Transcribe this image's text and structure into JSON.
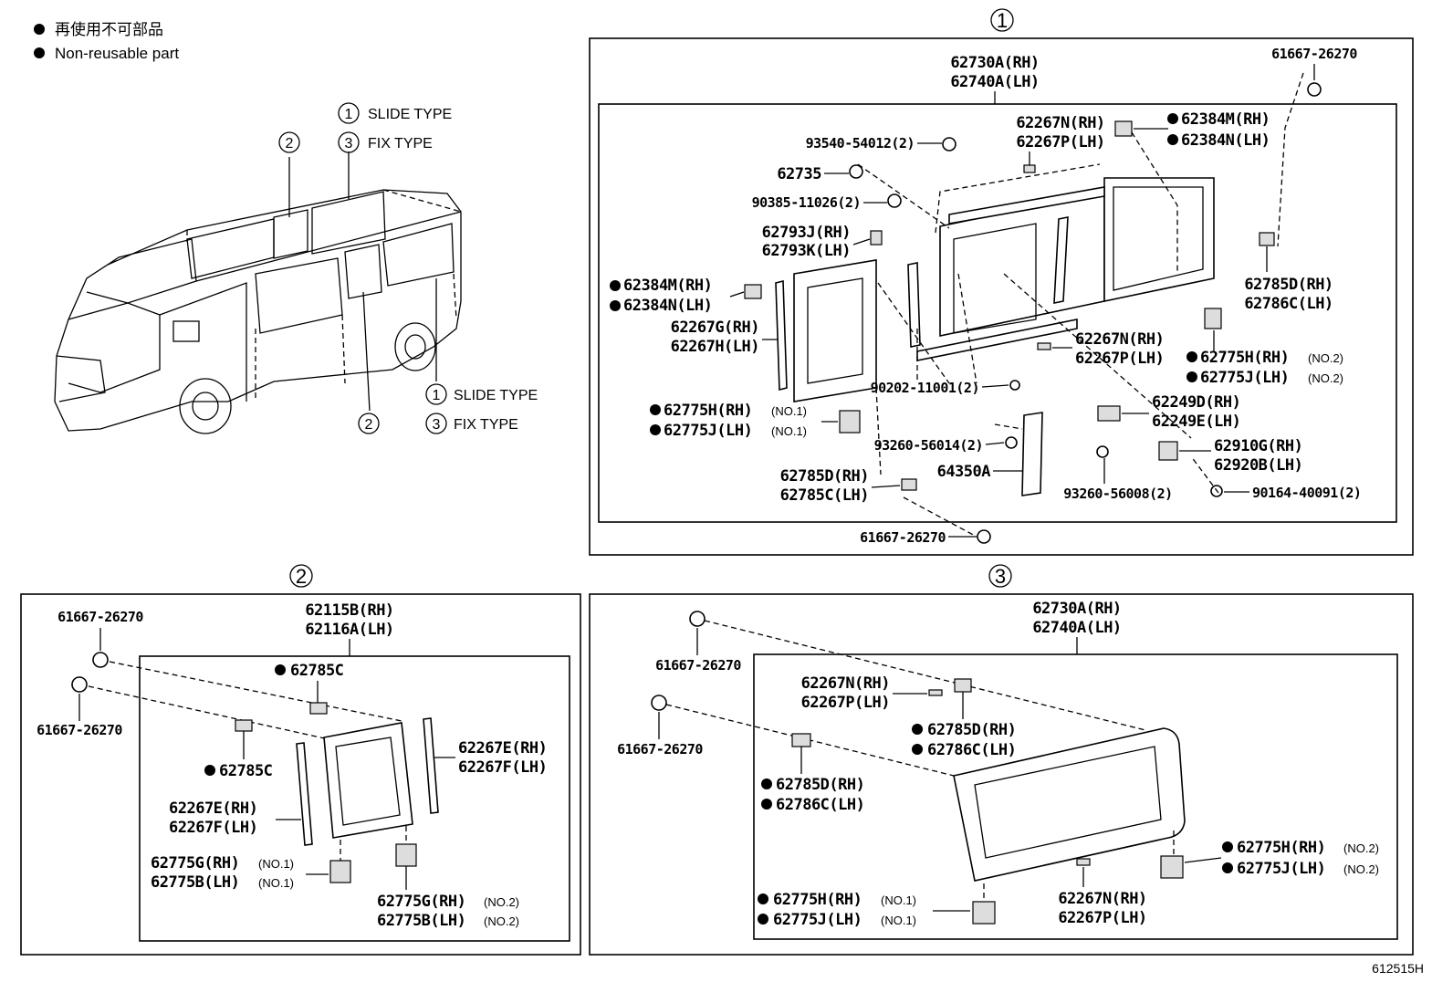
{
  "legend": {
    "jp": "再使用不可部品",
    "en": "Non-reusable part"
  },
  "overview": {
    "slide_type": "SLIDE TYPE",
    "fix_type": "FIX TYPE",
    "n1": "1",
    "n2": "2",
    "n3": "3"
  },
  "section1": {
    "num": "1",
    "frame": [
      "62730A(RH)",
      "62740A(LH)"
    ],
    "clip_top": "61667-26270",
    "clip_bottom": "61667-26270",
    "screw1": "93540-54012(2)",
    "p62735": "62735",
    "screw2": "90385-11026(2)",
    "p62793": [
      "62793J(RH)",
      "62793K(LH)"
    ],
    "p62384_left": [
      "62384M(RH)",
      "62384N(LH)"
    ],
    "p62267gh": [
      "62267G(RH)",
      "62267H(LH)"
    ],
    "p62775_no1": [
      "62775H(RH)",
      "62775J(LH)"
    ],
    "no1": "(NO.1)",
    "p62785_left": [
      "62785D(RH)",
      "62785C(LH)"
    ],
    "p62267np_top": [
      "62267N(RH)",
      "62267P(LH)"
    ],
    "p62384_right": [
      "62384M(RH)",
      "62384N(LH)"
    ],
    "p62785_right": [
      "62785D(RH)",
      "62786C(LH)"
    ],
    "p62267np_mid": [
      "62267N(RH)",
      "62267P(LH)"
    ],
    "p62775_no2": [
      "62775H(RH)",
      "62775J(LH)"
    ],
    "no2": "(NO.2)",
    "bolt": "90202-11001(2)",
    "p62249": [
      "62249D(RH)",
      "62249E(LH)"
    ],
    "screw3": "93260-56014(2)",
    "p62910": [
      "62910G(RH)",
      "62920B(LH)"
    ],
    "p64350": "64350A",
    "screw4": "93260-56008(2)",
    "screw5": "90164-40091(2)"
  },
  "section2": {
    "num": "2",
    "frame": [
      "62115B(RH)",
      "62116A(LH)"
    ],
    "clip_a": "61667-26270",
    "clip_b": "61667-26270",
    "p62785c_top": "62785C",
    "p62785c_left": "62785C",
    "p62267ef_right": [
      "62267E(RH)",
      "62267F(LH)"
    ],
    "p62267ef_left": [
      "62267E(RH)",
      "62267F(LH)"
    ],
    "p62775_no1": [
      "62775G(RH)",
      "62775B(LH)"
    ],
    "p62775_no2": [
      "62775G(RH)",
      "62775B(LH)"
    ],
    "no1": "(NO.1)",
    "no2": "(NO.2)"
  },
  "section3": {
    "num": "3",
    "frame": [
      "62730A(RH)",
      "62740A(LH)"
    ],
    "clip_a": "61667-26270",
    "clip_b": "61667-26270",
    "p62267np_top": [
      "62267N(RH)",
      "62267P(LH)"
    ],
    "p62785_a": [
      "62785D(RH)",
      "62786C(LH)"
    ],
    "p62785_b": [
      "62785D(RH)",
      "62786C(LH)"
    ],
    "p62775_no2": [
      "62775H(RH)",
      "62775J(LH)"
    ],
    "p62775_no1": [
      "62775H(RH)",
      "62775J(LH)"
    ],
    "p62267np_bot": [
      "62267N(RH)",
      "62267P(LH)"
    ],
    "no1": "(NO.1)",
    "no2": "(NO.2)"
  },
  "footer_code": "612515H"
}
